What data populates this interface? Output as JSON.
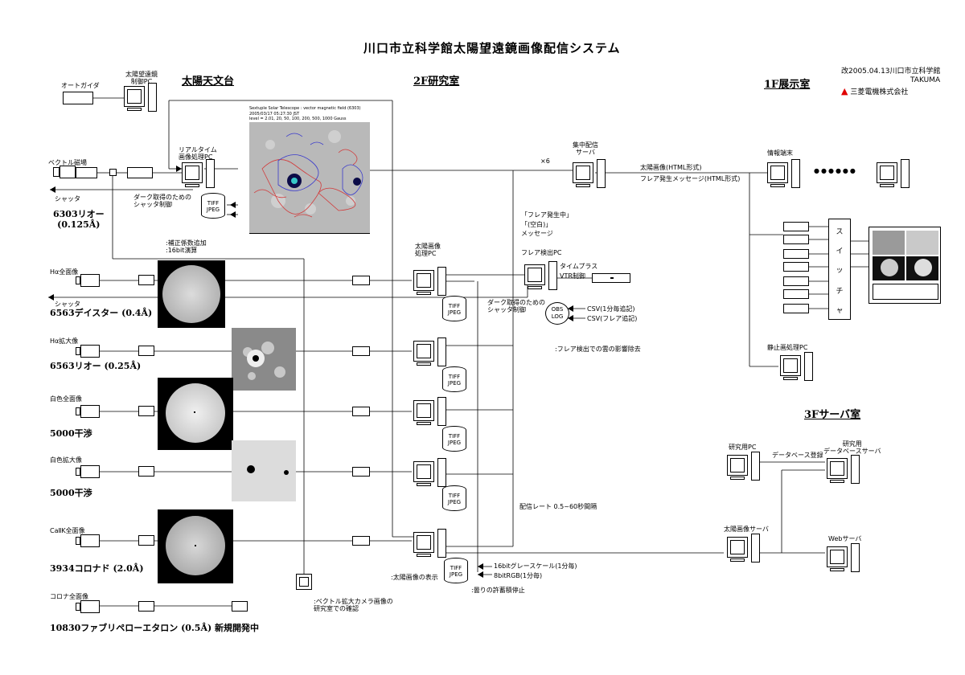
{
  "title": "川口市立科学館太陽望遠鏡画像配信システム",
  "revision": "改2005.04.13川口市立科学館",
  "author": "TAKUMA",
  "company": "三菱電機株式会社",
  "sections": {
    "observatory": "太陽天文台",
    "lab2f": "2F研究室",
    "exhibit1f": "1F展示室",
    "server3f": "3Fサーバ室"
  },
  "left_labels": {
    "autoguider": "オートガイダ",
    "telescope_pc": "太陽望遠鏡\n制御PC",
    "realtime_pc": "リアルタイム\n画像処理PC",
    "vector_mag": "ベクトル磁場",
    "shutter1": "シャッタ",
    "shutter_ctrl": "ダーク取得のための\nシャッタ制御",
    "obs1": "6303リオー\n(0.125Å)",
    "calib": ":補正係数追加\n:16bit演算",
    "ha_full": "Hα全面像",
    "shutter2": "シャッタ",
    "obs2": "6563デイスター (0.4Å)",
    "ha_zoom": "Hα拡大像",
    "obs3": "6563リオー (0.25Å)",
    "white_full": "白色全面像",
    "obs4": "5000干渉",
    "white_zoom": "白色拡大像",
    "obs5": "5000干渉",
    "caK_full": "CaⅡK全面像",
    "obs6": "3934コロナド (2.0Å)",
    "corona_full": "コロナ全面像",
    "obs7": "10830ファブリペローエタロン (0.5Å) 新規開発中",
    "zoom_confirm": ":ベクトル拡大カメラ画像の\n研究室での確認"
  },
  "lab_labels": {
    "x6": "×6",
    "flare_msg": "「フレア発生中」\n「(空白)」\nメッセージ",
    "sun_pc": "太陽画像\n処理PC",
    "flare_pc": "フレア検出PC",
    "timeplus": "タイムプラス\nVTR制御",
    "dark_shutter": "ダーク取得のための\nシャッタ制御",
    "obs_log": "OBS\nLOG",
    "csv1": "CSV(1分毎追記)",
    "csv2": "CSV(フレア追記)",
    "cloud_note": ":フレア検出での雲の影響除去",
    "rate": "配信レート 0.5~60秒間隔",
    "display_note": ":太陽画像の表示",
    "gray": "16bitグレースケール(1分毎)",
    "rgb": "8bitRGB(1分毎)",
    "cloud_stop": ":曇りの許蓄積停止",
    "tiff": "TIFF\nJPEG"
  },
  "right_labels": {
    "central_server": "集中配信\nサーバ",
    "html1": "太陽画像(HTML形式)",
    "html2": "フレア発生メッセージ(HTML形式)",
    "terminal": "情報端末",
    "dots": "●●●●●●",
    "switch_chars": [
      "ス",
      "イ",
      "ッ",
      "チ",
      "ャ"
    ],
    "still_pc": "静止画処理PC",
    "research_pc": "研究用PC",
    "db_reg": "データベース登録",
    "research_db": "研究用\nデータベースサーバ",
    "sun_server": "太陽画像サーバ",
    "web_server": "Webサーバ"
  },
  "magnetogram_caption": "Sextuple Solar Telescope : vector magnetic field (6303)\n2005/03/17 05:27:30 JST\nlevel = 2.01, 20, 50, 100, 200, 500, 1000 Gauss",
  "colors": {
    "neg_contour": "#3a3acc",
    "pos_contour": "#d23a3a",
    "brand_red": "#e00000"
  },
  "icons": [
    "pc-icon",
    "database-icon",
    "vtr-icon",
    "mitsubishi-logo"
  ]
}
